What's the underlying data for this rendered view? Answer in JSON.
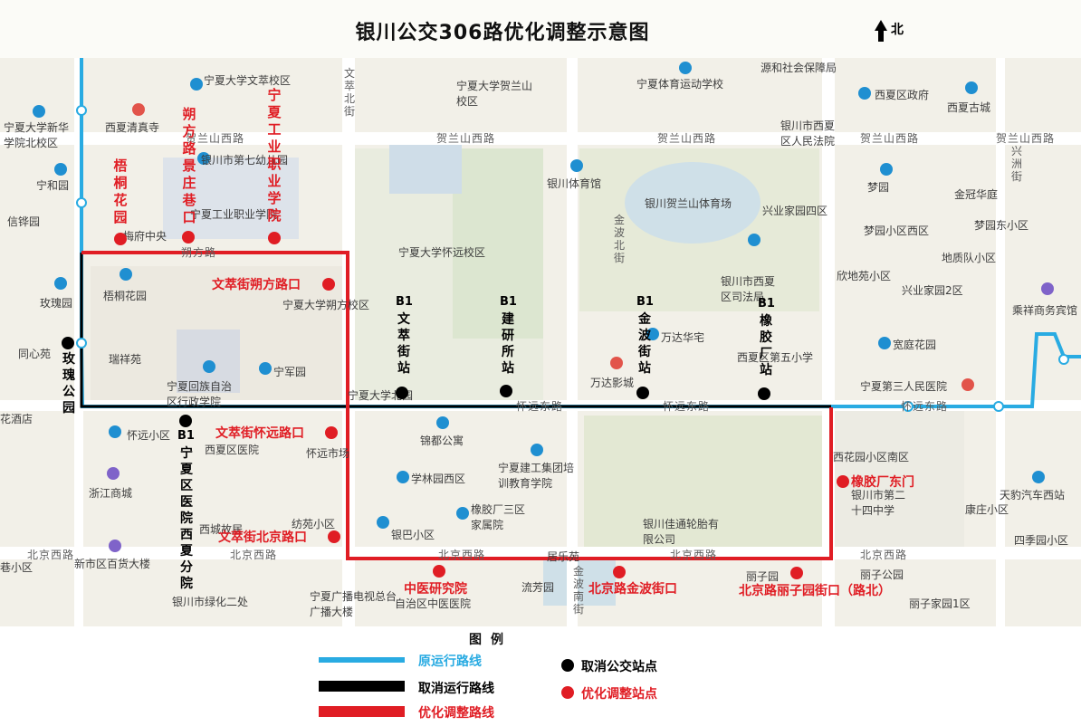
{
  "title": "银川公交306路优化调整示意图",
  "north_label": "北",
  "roads": {
    "helanshan_west_1": "贺兰山西路",
    "helanshan_west_2": "贺兰山西路",
    "helanshan_west_3": "贺兰山西路",
    "helanshan_west_4": "贺兰山西路",
    "helanshan_west_5": "贺兰山西路",
    "beijing_west_1": "北京西路",
    "beijing_west_2": "北京西路",
    "beijing_west_3": "北京西路",
    "beijing_west_4": "北京西路",
    "beijing_west_5": "北京西路",
    "huaiyuan_east_1": "怀远东路",
    "huaiyuan_east_2": "怀远东路",
    "huaiyuan_east_3": "怀远东路",
    "wencui_north": "文萃北街",
    "jinbo_north": "金波北街",
    "jinbo_south": "金波南街",
    "xingzhou": "兴洲街",
    "shuofang": "朔方路"
  },
  "map_labels": {
    "ningxia_univ_wencui": "宁夏大学文萃校区",
    "ningxia_univ_helan": "宁夏大学贺兰山校区",
    "ningxia_pe_school": "宁夏体育运动学校",
    "ningxia_univ_huaiyuan": "宁夏大学怀远校区",
    "ningxia_univ_shuofang": "宁夏大学朔方校区",
    "ningxia_university_n": "宁夏大学北园",
    "xixia_mosque": "西夏清真寺",
    "ningxia_normal": "宁夏大学新华学院北校区",
    "ninghe_yuan": "宁和园",
    "yichuan_school": "银川市第七幼儿园",
    "ningxia_gongye": "宁夏工业职业学院",
    "wutong_yuan": "梧桐花园",
    "meifu_zhongyang": "梅府中央",
    "xiniu_yuan": "信铧园",
    "meigui_yuan": "玫瑰园",
    "tongxinjie": "同心苑",
    "ruixiang_yuan": "瑞祥苑",
    "ningxia_hui_gov": "宁夏回族自治区行政学院",
    "ningjun_yuan": "宁军园",
    "yinchuan_gym": "银川体育馆",
    "helan_gym": "银川贺兰山体育场",
    "xixia_court": "银川市西夏区人民法院",
    "xixia_social": "源和社会保障局",
    "xixia_gov": "西夏区政府",
    "xixia_ancient": "西夏古城",
    "yinchuan_court2": "银川市西夏区司法局",
    "xixia_five": "西夏区第五小学",
    "wanda": "万达华宅",
    "wanda_cinema": "万达影城",
    "mengyuan": "梦园",
    "mengyuan_west": "梦园小区西区",
    "mengyuan_east": "梦园东小区",
    "jinguanhuating": "金冠华庭",
    "xingye_4": "兴业家园四区",
    "xingye_2": "兴业家园2区",
    "xinyuan": "欣地苑小区",
    "difang_team": "地质队小区",
    "kuanting": "宽庭花园",
    "ningxia_3rd_hosp": "宁夏第三人民医院",
    "xianghuating": "乘祥商务宾馆",
    "xiahua_south": "西花园小区南区",
    "yinchuan_24": "银川市第二十四中学",
    "kangzhuang": "康庄小区",
    "tianbao": "天豹汽车西站",
    "siji": "四季园小区",
    "huaiyuan_qu": "怀远小区",
    "zhejiang": "浙江商城",
    "xicheng": "西城故居",
    "fangyuan": "纺苑小区",
    "xicheng_hosp": "西夏区医院",
    "huaiyuan_market": "怀远市场",
    "jindu": "锦都公寓",
    "xuelin_west": "学林园西区",
    "ningjian": "宁夏建工集团培训教育学院",
    "xiangjiao_3": "橡胶厂三区家属院",
    "yinba": "银巴小区",
    "yinchuan_jiatong": "银川佳通轮胎有限公司",
    "jiale_yuan": "居乐苑",
    "liufang": "流芳园",
    "lizi": "丽子园",
    "lizi_gongyuan": "丽子公园",
    "lizi_home": "丽子家园1区",
    "xinshiqu": "新市区百货大楼",
    "yinchuan_lvhua": "银川市绿化二处",
    "ningxia_broadcast": "宁夏广播电视总台广播大楼",
    "zhongyi_hosp": "自治区中医医院",
    "xiqu": "巷小区",
    "huajiu": "花酒店"
  },
  "stops_cancelled": [
    {
      "id": "B1",
      "name": "玫瑰公园"
    },
    {
      "id": "B1",
      "name": "宁夏区医院西夏分院"
    },
    {
      "id": "B1",
      "name": "文萃街站"
    },
    {
      "id": "B1",
      "name": "建研所站"
    },
    {
      "id": "B1",
      "name": "金波街站"
    },
    {
      "id": "B1",
      "name": "橡胶厂站"
    }
  ],
  "stops_adjusted": {
    "wutong": "梧桐花园",
    "shuofang_jingzhuang": "朔方路景庄巷口",
    "gongye": "宁夏工业职业学院",
    "wencui_shuofang": "文萃街朔方路口",
    "wencui_huaiyuan": "文萃街怀远路口",
    "wencui_beijing": "文萃街北京路口",
    "zhongyiyan": "中医研究院",
    "beijing_jinbo": "北京路金波街口",
    "beijing_lizi": "北京路丽子园街口（路北）",
    "xiangjiao_east": "橡胶厂东门"
  },
  "legend": {
    "title": "图例",
    "original_route": "原运行路线",
    "cancelled_route": "取消运行路线",
    "adjusted_route": "优化调整路线",
    "cancelled_stop": "取消公交站点",
    "adjusted_stop": "优化调整站点",
    "colors": {
      "original": "#29abe2",
      "cancelled": "#000000",
      "adjusted": "#e01d24"
    }
  }
}
